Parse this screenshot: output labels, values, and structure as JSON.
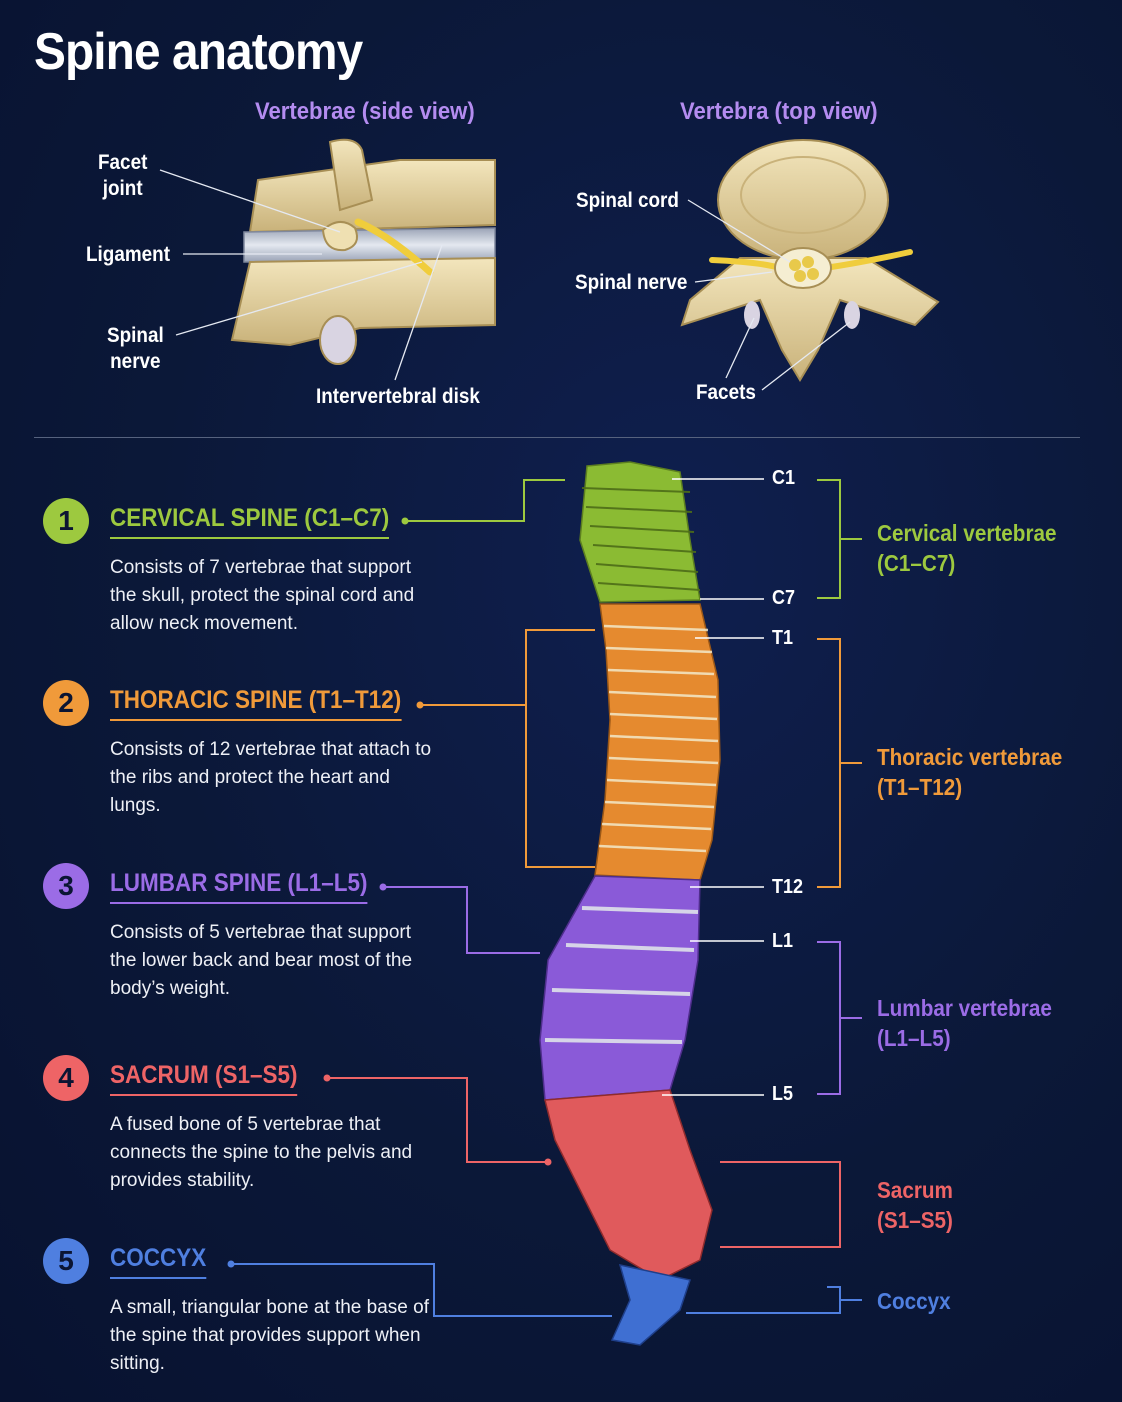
{
  "title": "Spine anatomy",
  "side_view": {
    "title": "Vertebrae (side view)",
    "labels": {
      "facet_joint": "Facet\njoint",
      "ligament": "Ligament",
      "spinal_nerve": "Spinal\nnerve",
      "intervertebral_disk": "Intervertebral disk"
    }
  },
  "top_view": {
    "title": "Vertebra (top view)",
    "labels": {
      "spinal_cord": "Spinal cord",
      "spinal_nerve": "Spinal nerve",
      "facets": "Facets"
    }
  },
  "sections": [
    {
      "number": "1",
      "title": "CERVICAL SPINE (C1–C7)",
      "description": "Consists of 7 vertebrae that support the skull, protect the spinal cord and allow neck movement.",
      "color": "#9dc93f"
    },
    {
      "number": "2",
      "title": "THORACIC SPINE (T1–T12)",
      "description": "Consists of 12 vertebrae that attach to the ribs and protect the heart and lungs.",
      "color": "#f09a3a"
    },
    {
      "number": "3",
      "title": "LUMBAR SPINE (L1–L5)",
      "description": "Consists of 5 vertebrae that support the lower back and bear most of the body’s weight.",
      "color": "#9b6ce6"
    },
    {
      "number": "4",
      "title": "SACRUM (S1–S5)",
      "description": "A fused bone of 5 vertebrae that connects the spine to the pelvis and provides stability.",
      "color": "#ee6466"
    },
    {
      "number": "5",
      "title": "COCCYX",
      "description": "A small, triangular bone at the base of the spine that provides support when sitting.",
      "color": "#4f7fe0"
    }
  ],
  "vertebra_labels": {
    "c1": "C1",
    "c7": "C7",
    "t1": "T1",
    "t12": "T12",
    "l1": "L1",
    "l5": "L5"
  },
  "regions": {
    "cervical": "Cervical vertebrae\n(C1–C7)",
    "thoracic": "Thoracic vertebrae\n(T1–T12)",
    "lumbar": "Lumbar vertebrae\n(L1–L5)",
    "sacrum": "Sacrum\n(S1–S5)",
    "coccyx": "Coccyx"
  },
  "colors": {
    "cervical": "#9dc93f",
    "thoracic": "#f09a3a",
    "lumbar": "#9b6ce6",
    "sacrum": "#ee6466",
    "coccyx": "#4f7fe0",
    "bone": "#e8d7a6",
    "nerve": "#f0cd3c",
    "heading": "#b48cf0"
  }
}
